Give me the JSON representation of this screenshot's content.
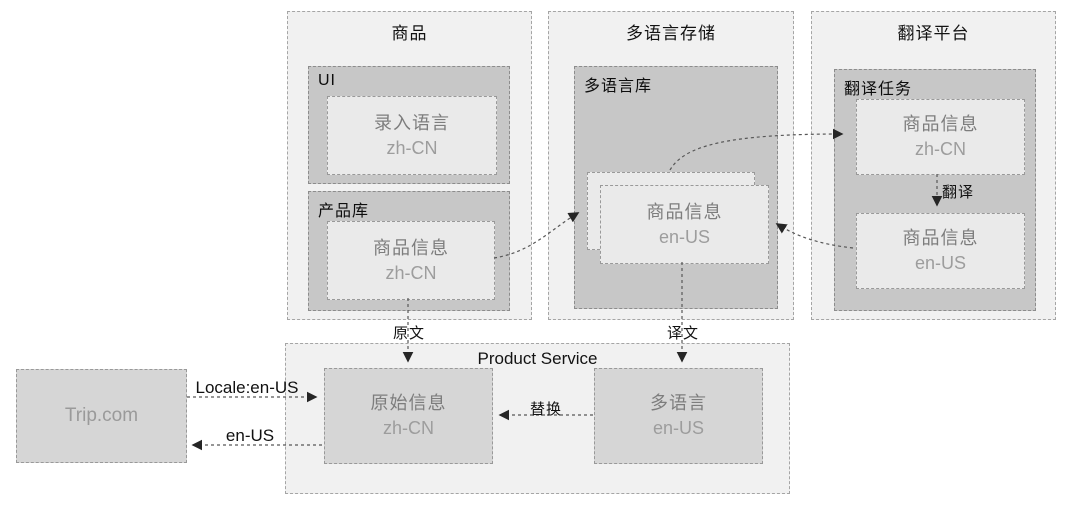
{
  "colors": {
    "outer_fill": "#f1f1f1",
    "group_fill": "#c7c7c7",
    "node_fill": "#eaeaea",
    "service_node_fill": "#d6d6d6",
    "border": "#999999",
    "connector": "#575757",
    "arrowhead": "#262626",
    "heading_text": "#131313",
    "node_text": "#7d7d7d",
    "locale_text": "#9d9d9d"
  },
  "containers": {
    "product": {
      "title": "商品",
      "ui": {
        "label": "UI",
        "node": {
          "line1": "录入语言",
          "line2": "zh-CN"
        }
      },
      "db": {
        "label": "产品库",
        "node": {
          "line1": "商品信息",
          "line2": "zh-CN"
        }
      }
    },
    "storage": {
      "title": "多语言存储",
      "db": {
        "label": "多语言库",
        "card": {
          "line1": "商品信息",
          "line2": "en-US"
        }
      }
    },
    "translation": {
      "title": "翻译平台",
      "task": {
        "label": "翻译任务",
        "source": {
          "line1": "商品信息",
          "line2": "zh-CN"
        },
        "result": {
          "line1": "商品信息",
          "line2": "en-US"
        }
      }
    },
    "service": {
      "title": "Product Service",
      "original": {
        "line1": "原始信息",
        "line2": "zh-CN"
      },
      "multilingual": {
        "line1": "多语言",
        "line2": "en-US"
      }
    },
    "client": {
      "label": "Trip.com"
    }
  },
  "edges": {
    "source_text": "原文",
    "translated_text": "译文",
    "replace": "替换",
    "translate": "翻译",
    "request": "Locale:en-US",
    "response": "en-US"
  }
}
